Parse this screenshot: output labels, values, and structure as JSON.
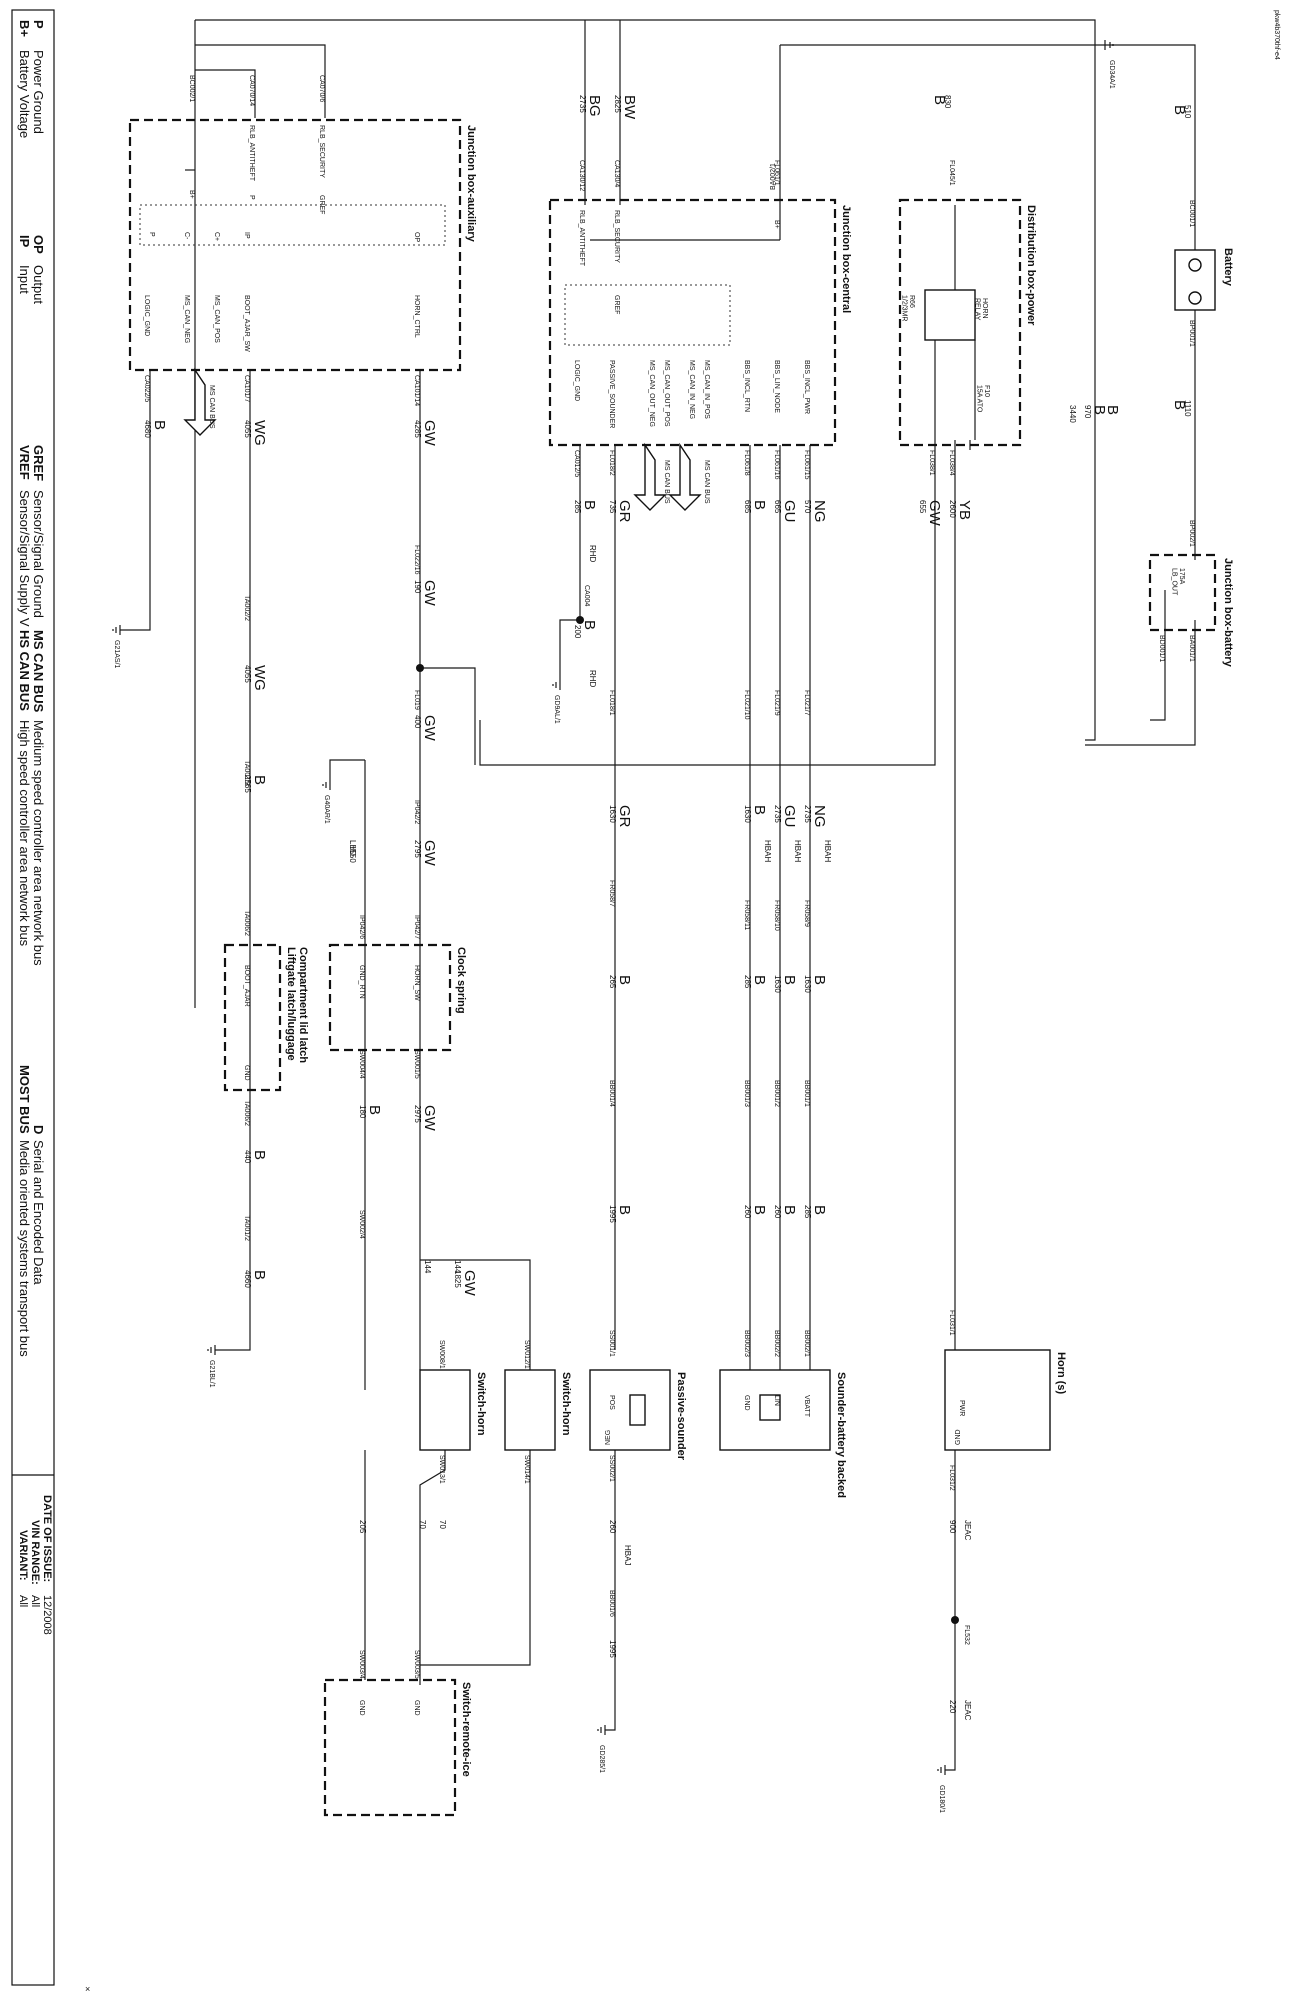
{
  "doc_id": "pkw4b370thf-e4",
  "components": {
    "battery": "Battery",
    "jb_battery": "Junction box-battery",
    "db_power": "Distribution box-power",
    "jb_central": "Junction box-central",
    "jb_aux": "Junction box-auxiliary",
    "horn": "Horn (s)",
    "sounder": "Sounder-battery backed",
    "passive": "Passive-sounder",
    "switch_horn": "Switch-horn",
    "remote_ice": "Switch-remote-ice",
    "clock_spring": "Clock spring",
    "liftgate": "Liftgate latch/luggage\nCompartment lid latch",
    "horn_relay": "HORN\nRELAY",
    "relay_id": "R66\n1/2/3MR",
    "fuse_f10": "F10\n15A ATO",
    "fuse_175a": "175A\nLB_OUT",
    "ms_can_bus": "MS CAN BUS"
  },
  "connectors": [
    "BC001/1",
    "BP001/1",
    "BP002/1",
    "BA001/1",
    "BD001/1",
    "GD34A/1",
    "FL045/1",
    "FL061/1",
    "BA002/1",
    "CA130/4",
    "CA130/12",
    "CA070/14",
    "CA070/6",
    "BC002/1",
    "FL038/4",
    "FL038/1",
    "FL061/15",
    "FL061/16",
    "FL061/8",
    "FL018/2",
    "CA012/5",
    "CA101/14",
    "CA101/7",
    "CA022/5",
    "CA004",
    "GD9AL/1",
    "G21AS/1",
    "G40AR/1",
    "FL022/16",
    "FL021/7",
    "FL021/9",
    "FL021/10",
    "FL018/1",
    "FL019",
    "FL031/1",
    "FL031/2",
    "FL532",
    "GD180/1",
    "TA002/2",
    "TA001/3",
    "TA006/2",
    "TA006/2",
    "TA001/2",
    "G21BL/1",
    "IP042/2",
    "IP042/7",
    "IP042/6",
    "SW001/5",
    "SW004/4",
    "SW002/4",
    "SW003/5",
    "SW003/4",
    "SW008/1",
    "SW013/1",
    "SW012/1",
    "SW014/1",
    "FR058/9",
    "FR058/10",
    "FR058/11",
    "FR058/7",
    "BB001/1",
    "BB001/2",
    "BB001/3",
    "BB001/4",
    "BB002/1",
    "BB002/2",
    "BB002/3",
    "SS001/1",
    "SS002/1",
    "BB001/6",
    "GD285/1"
  ],
  "pins": {
    "horn": [
      "PWR",
      "GND"
    ],
    "sounder": [
      "VBATT",
      "LIN",
      "GND"
    ],
    "passive": [
      "POS",
      "NEG"
    ],
    "remote_ice": [
      "GND",
      "GND"
    ],
    "clock_spring": [
      "HORN_SW",
      "GND_RTN"
    ],
    "liftgate": [
      "BOOT_AJAR",
      "GND"
    ],
    "jb_central": [
      "B+",
      "BBS_INCL_PWR",
      "BBS_LIN_NODE",
      "BBS_INCL_RTN",
      "MS_CAN_IN_POS",
      "MS_CAN_IN_NEG",
      "MS_CAN_OUT_POS",
      "MS_CAN_OUT_NEG",
      "PASSIVE_SOUNDER",
      "LOGIC_GND",
      "RLB_SECURITY",
      "RLB_ANTITHEFT",
      "GREF"
    ],
    "jb_aux": [
      "B+",
      "P",
      "C+",
      "C-",
      "GREF",
      "RLB_SECURITY",
      "RLB_ANTITHEFT",
      "HORN_CTRL",
      "BOOT_AJAR_SW",
      "MS_CAN_POS",
      "MS_CAN_NEG",
      "LOGIC_GND",
      "OP",
      "IP",
      "P"
    ]
  },
  "wire_labels": {
    "colors": [
      "B",
      "B",
      "B",
      "B",
      "B",
      "YB",
      "GW",
      "NG",
      "GU",
      "B",
      "GR",
      "B",
      "B",
      "GW",
      "GW",
      "GW",
      "GW",
      "GW",
      "GW",
      "WG",
      "WG",
      "B",
      "B",
      "B",
      "B",
      "BW",
      "BG",
      "NG",
      "GU",
      "B",
      "GR",
      "B",
      "B",
      "B",
      "B",
      "B",
      "B",
      "B",
      "B",
      "JEAC",
      "JEAC",
      "HBAJ",
      "HBAH",
      "HBAH",
      "HBAH",
      "LHD",
      "RHD",
      "RHD",
      "B"
    ],
    "numbers": [
      "510",
      "1110",
      "970",
      "3440",
      "830",
      "2600",
      "655",
      "570",
      "665",
      "685",
      "735",
      "285",
      "200",
      "4285",
      "190",
      "400",
      "2795",
      "2975",
      "1825",
      "4055",
      "4055",
      "2565",
      "440",
      "4660",
      "4680",
      "2825",
      "2735",
      "2735",
      "2735",
      "1630",
      "1630",
      "1630",
      "1630",
      "285",
      "265",
      "285",
      "260",
      "260",
      "1995",
      "900",
      "220",
      "144",
      "144",
      "70",
      "70",
      "205",
      "205",
      "180",
      "1550"
    ]
  },
  "legend": {
    "left": [
      {
        "abbr": "B+",
        "desc": "Battery Voltage"
      },
      {
        "abbr": "P",
        "desc": "Power Ground"
      },
      {
        "abbr": "IP",
        "desc": "Input"
      },
      {
        "abbr": "OP",
        "desc": "Output"
      },
      {
        "abbr": "VREF",
        "desc": "Sensor/Signal Supply V"
      },
      {
        "abbr": "GREF",
        "desc": "Sensor/Signal Ground"
      },
      {
        "abbr": "HS CAN BUS",
        "desc": "High speed controller area network bus"
      },
      {
        "abbr": "MS CAN BUS",
        "desc": "Medium speed controller area network bus"
      },
      {
        "abbr": "MOST BUS",
        "desc": "Media oriented systems transport bus"
      },
      {
        "abbr": "D",
        "desc": "Serial and Encoded Data"
      }
    ],
    "info": [
      {
        "label": "VARIANT:",
        "value": "All"
      },
      {
        "label": "VIN RANGE:",
        "value": "All"
      },
      {
        "label": "DATE OF ISSUE:",
        "value": "12/2008"
      }
    ],
    "mark": "×"
  }
}
